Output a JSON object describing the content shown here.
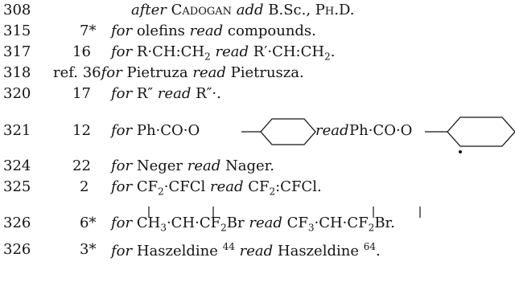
{
  "page_color": "#ffffff",
  "text_color": "#141414",
  "rows": [
    {
      "page": "308",
      "line": "",
      "parts": [
        {
          "t": "after",
          "style": "italic"
        },
        {
          "t": " "
        },
        {
          "t": "Cadogan",
          "style": "smallcaps"
        },
        {
          "t": " "
        },
        {
          "t": "add",
          "style": "italic"
        },
        {
          "t": " B.Sc., "
        },
        {
          "t": "Ph.D.",
          "style": "smallcaps"
        }
      ]
    },
    {
      "page": "315",
      "line": "7*",
      "parts": [
        {
          "t": "for",
          "style": "italic"
        },
        {
          "t": " olefins "
        },
        {
          "t": "read",
          "style": "italic"
        },
        {
          "t": " compounds."
        }
      ]
    },
    {
      "page": "317",
      "line": "16",
      "parts": [
        {
          "t": "for",
          "style": "italic"
        },
        {
          "t": " R·CH:CH"
        },
        {
          "t": "2",
          "style": "sub"
        },
        {
          "t": " "
        },
        {
          "t": "read",
          "style": "italic"
        },
        {
          "t": " R′·CH:CH"
        },
        {
          "t": "2",
          "style": "sub"
        },
        {
          "t": "."
        }
      ]
    },
    {
      "page": "318",
      "line": "",
      "parts": [
        {
          "t": "ref. 36"
        },
        {
          "t": "for",
          "style": "italic"
        },
        {
          "t": " Pietruza "
        },
        {
          "t": "read",
          "style": "italic"
        },
        {
          "t": " Pietrusza."
        }
      ]
    },
    {
      "page": "320",
      "line": "17",
      "parts": [
        {
          "t": "for",
          "style": "italic"
        },
        {
          "t": " R″ "
        },
        {
          "t": "read",
          "style": "italic"
        },
        {
          "t": " R″·."
        }
      ]
    },
    {
      "page": "321",
      "line": "12",
      "parts": [
        {
          "t": "for",
          "style": "italic"
        },
        {
          "t": " Ph·CO·O"
        },
        {
          "t": "read",
          "style": "italic"
        },
        {
          "t": " Ph·CO·O"
        }
      ]
    },
    {
      "page": "324",
      "line": "22",
      "parts": [
        {
          "t": "for",
          "style": "italic"
        },
        {
          "t": " Neger "
        },
        {
          "t": "read",
          "style": "italic"
        },
        {
          "t": " Nager."
        }
      ]
    },
    {
      "page": "325",
      "line": "2",
      "parts": [
        {
          "t": "for",
          "style": "italic"
        },
        {
          "t": " CF"
        },
        {
          "t": "2",
          "style": "sub"
        },
        {
          "t": "·CFCl "
        },
        {
          "t": "read",
          "style": "italic"
        },
        {
          "t": " CF"
        },
        {
          "t": "2",
          "style": "sub"
        },
        {
          "t": ":CFCl."
        }
      ]
    },
    {
      "page": "326",
      "line": "6*",
      "parts": [
        {
          "t": "for",
          "style": "italic"
        },
        {
          "t": " CH"
        },
        {
          "t": "3",
          "style": "sub"
        },
        {
          "t": "·CH·CF"
        },
        {
          "t": "2",
          "style": "sub"
        },
        {
          "t": "Br "
        },
        {
          "t": "read",
          "style": "italic"
        },
        {
          "t": " CF"
        },
        {
          "t": "3",
          "style": "sub"
        },
        {
          "t": "·CH·CF"
        },
        {
          "t": "2",
          "style": "sub"
        },
        {
          "t": "Br."
        }
      ]
    },
    {
      "page": "326",
      "line": "3*",
      "parts": [
        {
          "t": "for",
          "style": "italic"
        },
        {
          "t": " Haszeldine "
        },
        {
          "t": "44",
          "style": "sup"
        },
        {
          "t": " "
        },
        {
          "t": "read",
          "style": "italic"
        },
        {
          "t": " Haszeldine "
        },
        {
          "t": "64",
          "style": "sup"
        },
        {
          "t": "."
        }
      ]
    }
  ]
}
